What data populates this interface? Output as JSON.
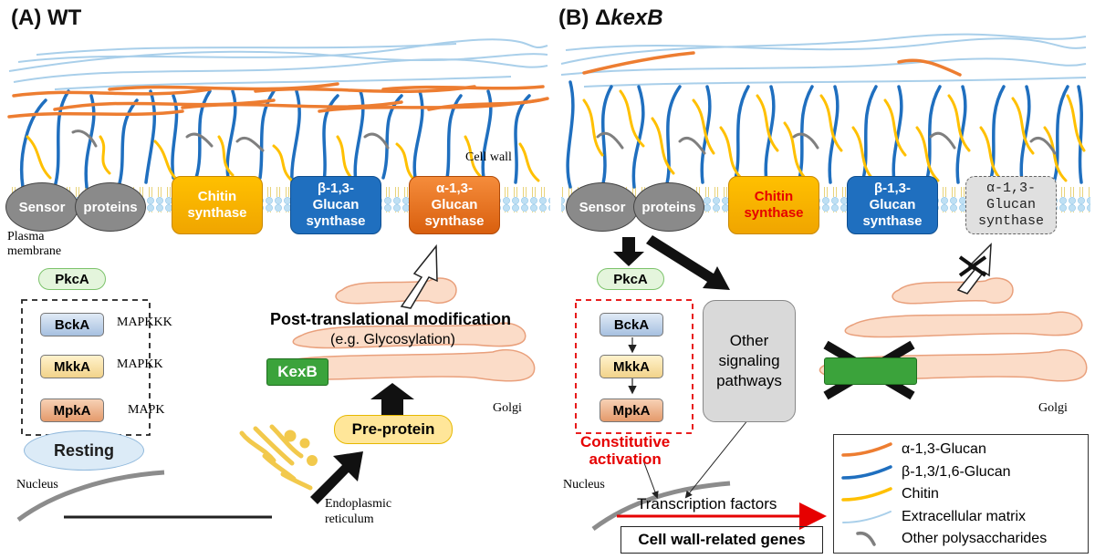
{
  "panels": {
    "wt": {
      "title": "(A) WT",
      "cell_wall_label": "Cell wall",
      "plasma_membrane_label": "Plasma\nmembrane",
      "sensor_left": "Sensor",
      "sensor_right": "proteins",
      "chitin_synthase": "Chitin\nsynthase",
      "beta_glucan_synthase": "β-1,3-\nGlucan\nsynthase",
      "alpha_glucan_synthase": "α-1,3-\nGlucan\nsynthase",
      "pkca": "PkcA",
      "bcka": "BckA",
      "mkka": "MkkA",
      "mpka": "MpkA",
      "mapkkk": "MAPKKK",
      "mapkk": "MAPKK",
      "mapk": "MAPK",
      "resting": "Resting",
      "nucleus": "Nucleus",
      "ptm": "Post-translational modification",
      "ptm_example": "(e.g. Glycosylation)",
      "kexb": "KexB",
      "golgi": "Golgi",
      "pre_protein": "Pre-protein",
      "er": "Endoplasmic\nreticulum"
    },
    "kexb": {
      "title_prefix": "(B) Δ",
      "title_gene": "kexB",
      "sensor_left": "Sensor",
      "sensor_right": "proteins",
      "chitin_synthase": "Chitin\nsynthase",
      "beta_glucan_synthase": "β-1,3-\nGlucan\nsynthase",
      "alpha_glucan_synthase": "α-1,3-\nGlucan\nsynthase",
      "pkca": "PkcA",
      "bcka": "BckA",
      "mkka": "MkkA",
      "mpka": "MpkA",
      "other_pathways": "Other\nsignaling\npathways",
      "constitutive": "Constitutive\nactivation",
      "nucleus": "Nucleus",
      "golgi": "Golgi",
      "transcription_factors": "Transcription factors",
      "cell_wall_genes": "Cell wall-related genes"
    }
  },
  "legend": {
    "items": [
      {
        "label": "α-1,3-Glucan",
        "color": "#ED7D31"
      },
      {
        "label": "β-1,3/1,6-Glucan",
        "color": "#1F6FBF"
      },
      {
        "label": "Chitin",
        "color": "#FFC000"
      },
      {
        "label": "Extracellular matrix",
        "color": "#A9CFEA"
      },
      {
        "label": "Other polysaccharides",
        "color": "#7F7F7F"
      }
    ]
  },
  "colors": {
    "alpha_glucan": "#ED7D31",
    "beta_glucan": "#1F6FBF",
    "chitin": "#FFC000",
    "ecm": "#A9CFEA",
    "other_poly": "#7F7F7F",
    "membrane": "#CFE6F5",
    "golgi_fill": "#FBDCC8",
    "golgi_stroke": "#E9A07C",
    "kexb_green": "#3BA33B",
    "red_highlight": "#E60000"
  }
}
